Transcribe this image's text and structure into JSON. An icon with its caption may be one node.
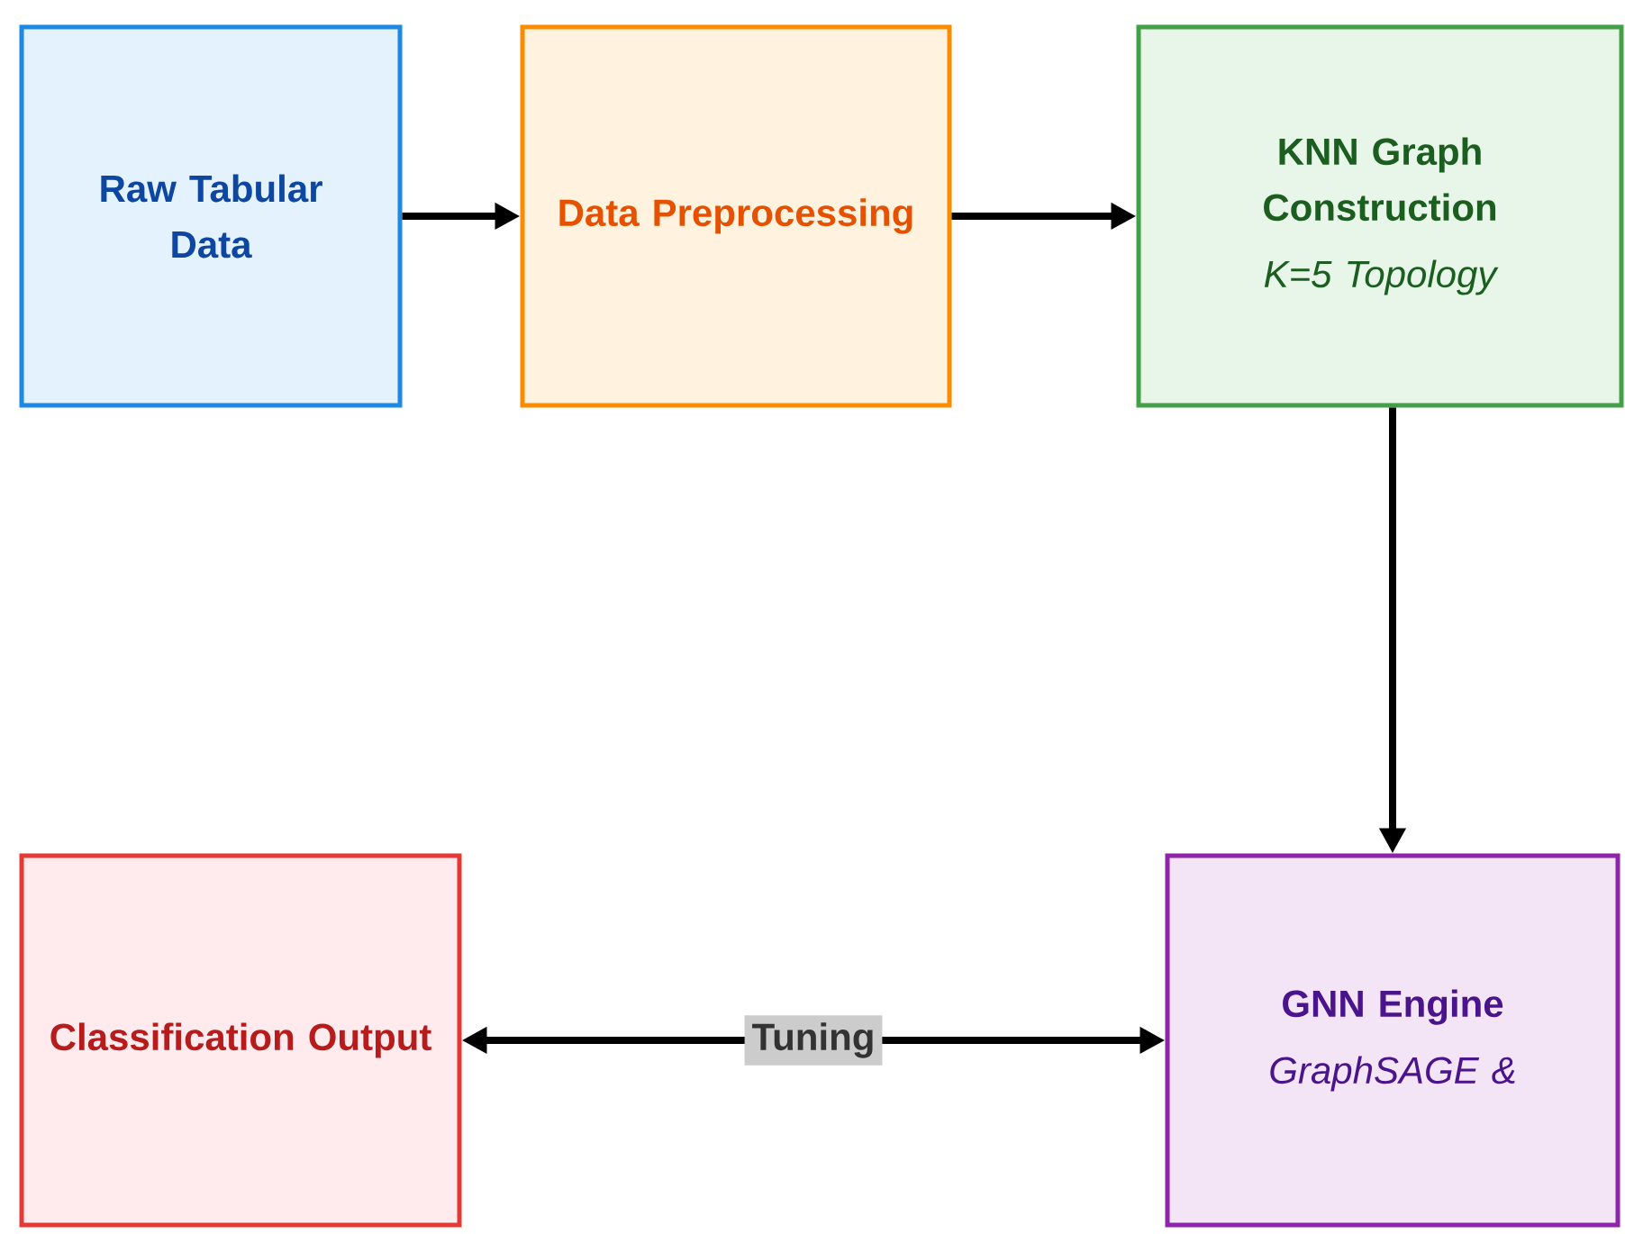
{
  "diagram": {
    "nodes": [
      {
        "text": [
          "Raw Tabular Data"
        ]
      },
      {
        "text": [
          "Data Preprocessing"
        ]
      },
      {
        "text": [
          "KNN Graph Construction",
          "K=5 Topology"
        ]
      },
      {
        "text": [
          "GNN Engine",
          "GraphSAGE &"
        ]
      },
      {
        "text": [
          "Classification Output"
        ]
      }
    ],
    "edges": [
      {
        "from": 0,
        "to": 1,
        "arrow": "to"
      },
      {
        "from": 1,
        "to": 2,
        "arrow": "to"
      },
      {
        "from": 2,
        "to": 3,
        "arrow": "to"
      },
      {
        "from": 4,
        "to": 3,
        "arrow": "both",
        "label": "Tuning"
      }
    ]
  }
}
